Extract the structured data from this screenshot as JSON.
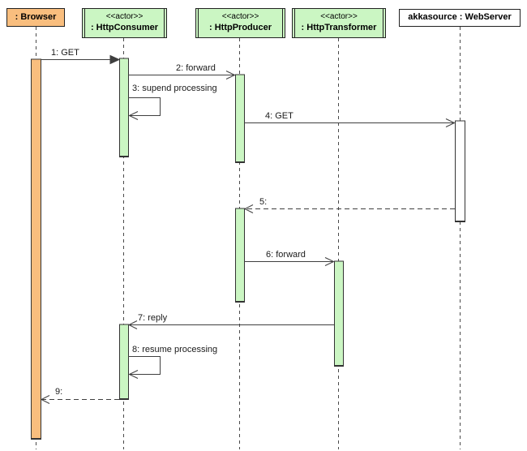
{
  "diagram": {
    "type": "uml-sequence-diagram",
    "colors": {
      "object_fill": "#F9BE7E",
      "actor_fill": "#CBF6C3",
      "server_fill": "#FFFFFF",
      "line_color": "#3F3F3F"
    },
    "participants": [
      {
        "id": "browser",
        "stereotype": "",
        "label": ": Browser",
        "kind": "object"
      },
      {
        "id": "http-consumer",
        "stereotype": "<<actor>>",
        "label": ": HttpConsumer",
        "kind": "actor"
      },
      {
        "id": "http-producer",
        "stereotype": "<<actor>>",
        "label": ": HttpProducer",
        "kind": "actor"
      },
      {
        "id": "http-transformer",
        "stereotype": "<<actor>>",
        "label": ": HttpTransformer",
        "kind": "actor"
      },
      {
        "id": "webserver",
        "stereotype": "",
        "label": "akkasource : WebServer",
        "kind": "object"
      }
    ],
    "messages": [
      {
        "num": 1,
        "label": "1: GET",
        "from": "browser",
        "to": "http-consumer",
        "line": "solid",
        "arrow": "filled",
        "kind": "call"
      },
      {
        "num": 2,
        "label": "2: forward",
        "from": "http-consumer",
        "to": "http-producer",
        "line": "solid",
        "arrow": "open",
        "kind": "call"
      },
      {
        "num": 3,
        "label": "3: supend processing",
        "from": "http-consumer",
        "to": "http-consumer",
        "line": "solid",
        "arrow": "open",
        "kind": "self"
      },
      {
        "num": 4,
        "label": "4: GET",
        "from": "http-producer",
        "to": "webserver",
        "line": "solid",
        "arrow": "open",
        "kind": "call"
      },
      {
        "num": 5,
        "label": "5:",
        "from": "webserver",
        "to": "http-producer",
        "line": "dashed",
        "arrow": "open",
        "kind": "reply"
      },
      {
        "num": 6,
        "label": "6: forward",
        "from": "http-producer",
        "to": "http-transformer",
        "line": "solid",
        "arrow": "open",
        "kind": "call"
      },
      {
        "num": 7,
        "label": "7: reply",
        "from": "http-transformer",
        "to": "http-consumer",
        "line": "solid",
        "arrow": "open",
        "kind": "call"
      },
      {
        "num": 8,
        "label": "8: resume processing",
        "from": "http-consumer",
        "to": "http-consumer",
        "line": "solid",
        "arrow": "open",
        "kind": "self"
      },
      {
        "num": 9,
        "label": "9:",
        "from": "http-consumer",
        "to": "browser",
        "line": "dashed",
        "arrow": "open",
        "kind": "reply"
      }
    ]
  }
}
